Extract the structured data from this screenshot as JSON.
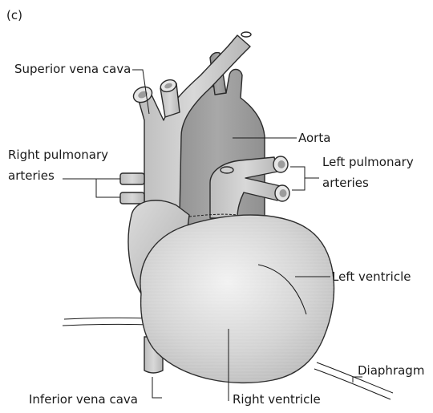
{
  "panel_label": "(c)",
  "labels": {
    "superior_vena_cava": "Superior vena cava",
    "aorta": "Aorta",
    "right_pulmonary_line1": "Right pulmonary",
    "right_pulmonary_line2": "arteries",
    "left_pulmonary_line1": "Left pulmonary",
    "left_pulmonary_line2": "arteries",
    "left_ventricle": "Left ventricle",
    "diaphragm": "Diaphragm",
    "inferior_vena_cava": "Inferior vena cava",
    "right_ventricle": "Right ventricle"
  },
  "colors": {
    "vessel_light": "#c9c9c9",
    "vessel_dark": "#9a9a9a",
    "heart_fill": "#d4d4d4",
    "outline": "#2a2a2a"
  }
}
